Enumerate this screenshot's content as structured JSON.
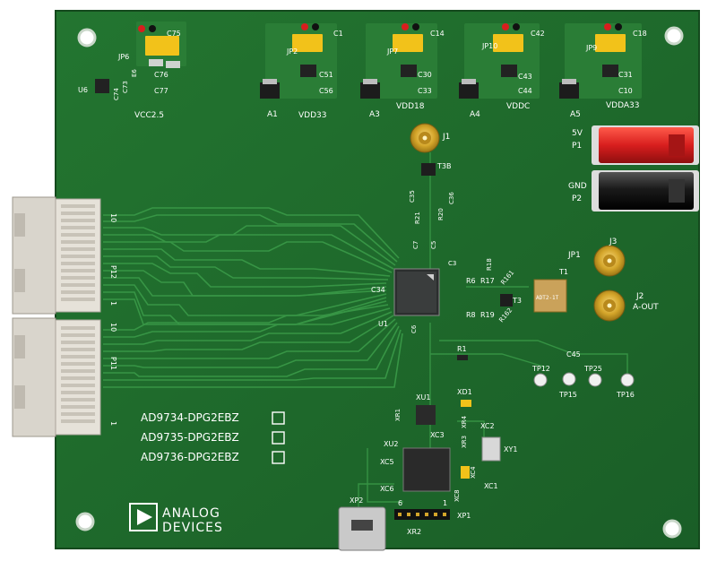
{
  "board": {
    "colors": {
      "pcb": "#1f6b2c",
      "pcb_dark": "#15521f",
      "trace": "#2e8a3c",
      "silkscreen": "#ffffff",
      "connector": "#dcd8cf",
      "gold": "#d4a52a",
      "red_post": "#d81e1e",
      "black_post": "#1a1a1a",
      "tantalum": "#f2c21a"
    },
    "power_labels": [
      "VCC2.5",
      "VDD33",
      "VDD18",
      "VDDC",
      "VDDA33"
    ],
    "regulator_labels": [
      "A1",
      "A3",
      "A4",
      "A5"
    ],
    "jumper_labels": [
      "JP6",
      "JP2",
      "JP7",
      "JP10",
      "JP9"
    ],
    "cap_labels_top": [
      "C75",
      "C1",
      "C14",
      "C42",
      "C18"
    ],
    "cap_labels_mid": [
      "C76",
      "C51",
      "C30",
      "C43",
      "C31"
    ],
    "cap_labels_low": [
      "C77",
      "C56",
      "C33",
      "C44",
      "C10"
    ],
    "misc_top": [
      "U6",
      "C74",
      "C73",
      "E6"
    ],
    "post_5v": {
      "label": "5V",
      "ref": "P1"
    },
    "post_gnd": {
      "label": "GND",
      "ref": "P2"
    },
    "sma": {
      "j1": "J1",
      "j3": "J3",
      "j2": "J2",
      "j2_name": "A-OUT",
      "jp1": "JP1",
      "t1": "T1"
    },
    "connector_labels": {
      "p12": "P12",
      "p11": "P11",
      "num_10a": "10",
      "num_1a": "1",
      "num_10b": "10",
      "num_1b": "1"
    },
    "dac_refs": [
      "U1",
      "C34",
      "C7",
      "C5",
      "C6",
      "R6",
      "R17",
      "R18",
      "R8",
      "R19",
      "R161",
      "R162",
      "T3",
      "T3B",
      "C35",
      "R21",
      "R20",
      "C36",
      "C3"
    ],
    "lower_refs": [
      "R1",
      "C45",
      "TP12",
      "TP15",
      "TP25",
      "TP16",
      "XU1",
      "XD1",
      "XR1",
      "XR4",
      "XC3",
      "XC2",
      "XY1",
      "XR3",
      "XU2",
      "XC5",
      "XC6",
      "XC4",
      "XC1",
      "XC8",
      "XP2",
      "XP1",
      "XR2",
      "6",
      "1"
    ],
    "variants": [
      "AD9734-DPG2EBZ",
      "AD9735-DPG2EBZ",
      "AD9736-DPG2EBZ"
    ],
    "logo": {
      "line1": "ANALOG",
      "line2": "DEVICES"
    }
  }
}
